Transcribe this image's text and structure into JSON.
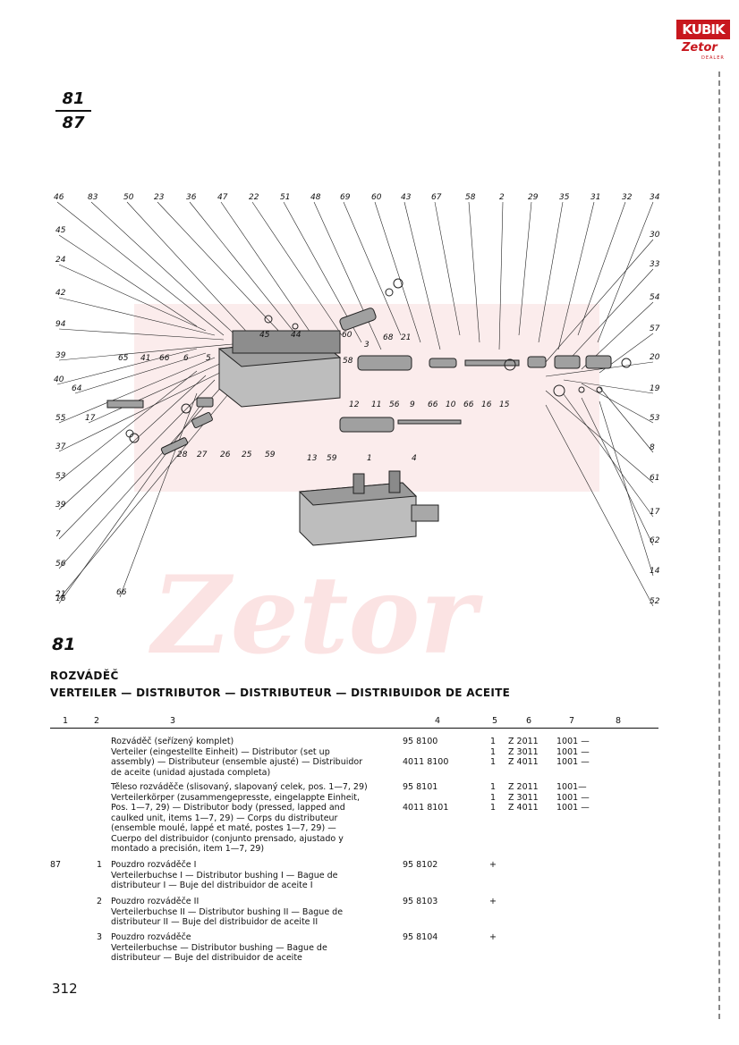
{
  "brand": {
    "name": "KUBIK",
    "sub": "Zetor",
    "dealer": "DEALER"
  },
  "fraction": {
    "top": "81",
    "bottom": "87"
  },
  "watermark_text": "Zetor",
  "diagram": {
    "callouts_top": [
      "46",
      "83",
      "50",
      "23",
      "36",
      "47",
      "22",
      "51",
      "48",
      "69",
      "60",
      "43",
      "67",
      "58",
      "2",
      "29",
      "35",
      "31",
      "32",
      "34"
    ],
    "callouts_right": [
      "30",
      "33",
      "54",
      "57",
      "20",
      "19",
      "53",
      "8",
      "61",
      "17",
      "62",
      "14",
      "52"
    ],
    "callouts_left": [
      "45",
      "24",
      "42",
      "94",
      "39",
      "40",
      "64",
      "55",
      "17",
      "37",
      "53",
      "39",
      "7",
      "56",
      "21",
      "66",
      "16"
    ],
    "callouts_inner": [
      "65",
      "41",
      "66",
      "6",
      "5",
      "45",
      "44",
      "60",
      "3",
      "68",
      "21",
      "58",
      "12",
      "11",
      "56",
      "9",
      "66",
      "10",
      "66",
      "16",
      "15",
      "28",
      "27",
      "26",
      "25",
      "59",
      "13",
      "59",
      "1",
      "4"
    ]
  },
  "group_number": "81",
  "section_title": "ROZVÁDĚČ",
  "section_subtitle": "VERTEILER — DISTRIBUTOR — DISTRIBUTEUR — DISTRIBUIDOR DE ACEITE",
  "columns": [
    "1",
    "2",
    "3",
    "4",
    "5",
    "6",
    "7",
    "8"
  ],
  "rows": [
    {
      "c1": "",
      "c2": "",
      "c3": "Rozváděč (seřízený komplet)\nVerteiler (eingestellte Einheit) — Distributor (set up\nassembly) — Distributeur (ensemble ajusté) — Distribuidor\nde aceite (unidad ajustada completa)",
      "c4": "95 8100\n\n4011 8100",
      "c5": "1\n1\n1",
      "c6": "Z 2011\nZ 3011\nZ 4011",
      "c7": "1001 —\n1001 —\n1001 —"
    },
    {
      "c1": "",
      "c2": "",
      "c3": "Těleso rozváděče (slisovaný, slapovaný celek, pos. 1—7, 29)\nVerteilerkörper (zusammengepresste, eingelappte Einheit,\nPos. 1—7, 29) — Distributor body (pressed, lapped and\ncaulked unit, items 1—7, 29) — Corps du distributeur\n(ensemble moulé, lappé et maté, postes 1—7, 29) —\nCuerpo del distribuidor (conjunto prensado, ajustado y\nmontado a precisión, item 1—7, 29)",
      "c4": "95 8101\n\n4011 8101",
      "c5": "1\n1\n1",
      "c6": "Z 2011\nZ 3011\nZ 4011",
      "c7": "1001—\n1001 —\n1001 —"
    },
    {
      "c1": "87",
      "c2": "1",
      "c3": "Pouzdro rozváděče I\nVerteilerbuchse I — Distributor bushing I — Bague de\ndistributeur I — Buje del distribuidor de aceite I",
      "c4": "95 8102",
      "c5": "+",
      "c6": "",
      "c7": ""
    },
    {
      "c1": "",
      "c2": "2",
      "c3": "Pouzdro rozváděče II\nVerteilerbuchse II — Distributor bushing II — Bague de\ndistributeur II — Buje del distribuidor de aceite II",
      "c4": "95 8103",
      "c5": "+",
      "c6": "",
      "c7": ""
    },
    {
      "c1": "",
      "c2": "3",
      "c3": "Pouzdro rozváděče\nVerteilerbuchse — Distributor bushing — Bague de\ndistributeur — Buje del distribuidor de aceite",
      "c4": "95 8104",
      "c5": "+",
      "c6": "",
      "c7": ""
    }
  ],
  "page_number": "312"
}
